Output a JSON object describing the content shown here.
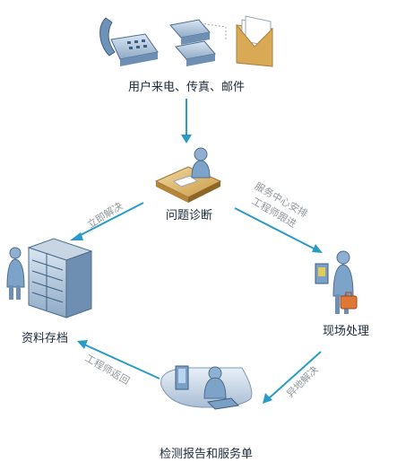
{
  "nodes": {
    "contact": {
      "label": "用户来电、传真、邮件"
    },
    "diagnose": {
      "label": "问题诊断"
    },
    "archive": {
      "label": "资料存档"
    },
    "onsite": {
      "label": "现场处理"
    },
    "report": {
      "label": "检测报告和服务单"
    }
  },
  "edges": {
    "immediate": {
      "label": "立即解决"
    },
    "dispatch_1": {
      "label": "服务中心安排"
    },
    "dispatch_2": {
      "label": "工程师跟进"
    },
    "remote": {
      "label": "异地解决"
    },
    "engineer_ret": {
      "label": "工程师返回"
    }
  },
  "colors": {
    "arrow": "#2a9bc6",
    "node_text": "#1c2a3a",
    "edge_text": "#8f969c"
  }
}
